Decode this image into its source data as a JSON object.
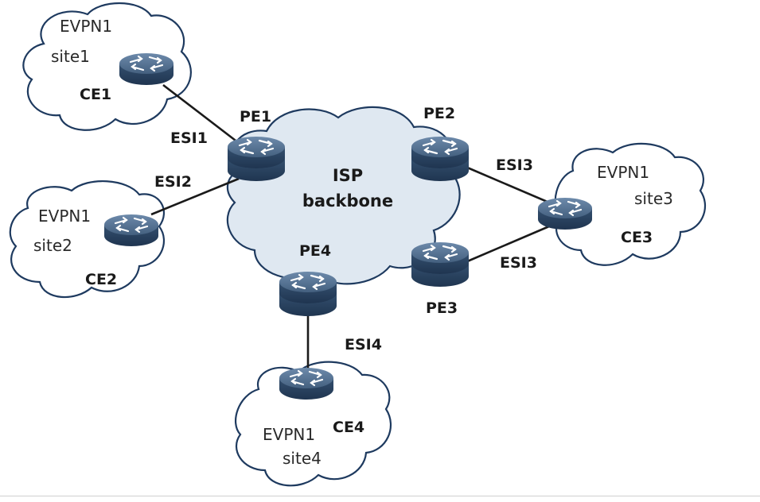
{
  "isp": {
    "line1": "ISP",
    "line2": "backbone"
  },
  "sites": {
    "site1": {
      "vpn": "EVPN1",
      "name": "site1"
    },
    "site2": {
      "vpn": "EVPN1",
      "name": "site2"
    },
    "site3": {
      "vpn": "EVPN1",
      "name": "site3"
    },
    "site4": {
      "vpn": "EVPN1",
      "name": "site4"
    }
  },
  "devices": {
    "ce1": "CE1",
    "ce2": "CE2",
    "ce3": "CE3",
    "ce4": "CE4",
    "pe1": "PE1",
    "pe2": "PE2",
    "pe3": "PE3",
    "pe4": "PE4"
  },
  "links": {
    "esi1": "ESI1",
    "esi2": "ESI2",
    "esi3a": "ESI3",
    "esi3b": "ESI3",
    "esi4": "ESI4"
  },
  "colors": {
    "router_top": "#4f6d8f",
    "router_side": "#2b4260",
    "isp_cloud_fill": "#dfe8f1",
    "cloud_stroke": "#1e3a5f"
  },
  "icons": {
    "router": "router-icon",
    "cloud": "cloud-shape"
  }
}
